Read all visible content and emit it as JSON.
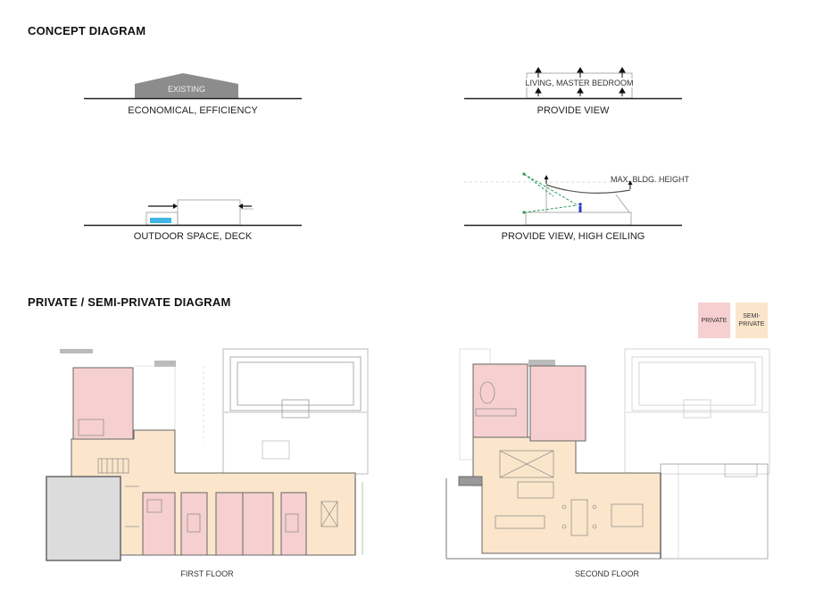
{
  "headings": {
    "concept": "CONCEPT DIAGRAM",
    "private": "PRIVATE / SEMI-PRIVATE DIAGRAM"
  },
  "concept": {
    "existing_label": "EXISTING",
    "economical_caption": "ECONOMICAL, EFFICIENCY",
    "living_label": "LIVING, MASTER BEDROOM",
    "provide_view_caption": "PROVIDE VIEW",
    "outdoor_caption": "OUTDOOR SPACE, DECK",
    "max_height_label": "MAX. BLDG. HEIGHT",
    "high_ceiling_caption": "PROVIDE VIEW, HIGH CEILING"
  },
  "legend": {
    "private": "PRIVATE",
    "semi_private": "SEMI-\nPRIVATE"
  },
  "plans": {
    "first_floor": "FIRST FLOOR",
    "second_floor": "SECOND FLOOR"
  },
  "colors": {
    "private": "#f6d0d0",
    "semi_private": "#fbe6cc",
    "gray_block": "#8c8c8c",
    "pool": "#3fb6e6",
    "sightline": "#2e9b5c"
  }
}
